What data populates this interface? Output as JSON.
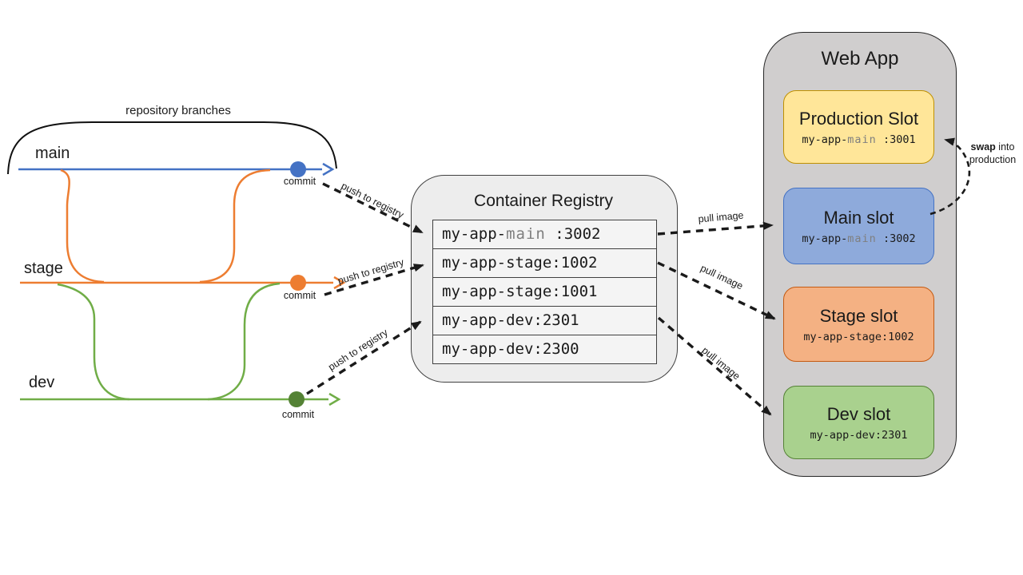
{
  "labels": {
    "brace": "repository branches",
    "commit": "commit",
    "push": "push to registry",
    "pull": "pull image",
    "swap_bold": "swap",
    "swap_rest": " into",
    "swap_line2": "production"
  },
  "branches": [
    {
      "name": "main"
    },
    {
      "name": "stage"
    },
    {
      "name": "dev"
    }
  ],
  "registry": {
    "title": "Container Registry",
    "rows": [
      {
        "prefix": "my-app-",
        "branch": "main",
        "tag": " :3002"
      },
      {
        "prefix": "my-app-",
        "branch": "stage",
        "tag": ":1002"
      },
      {
        "prefix": "my-app-",
        "branch": "stage",
        "tag": ":1001"
      },
      {
        "prefix": "my-app-",
        "branch": "dev",
        "tag": ":2301"
      },
      {
        "prefix": "my-app-",
        "branch": "dev",
        "tag": ":2300"
      }
    ]
  },
  "webapp": {
    "title": "Web App",
    "slots": [
      {
        "title": "Production Slot",
        "prefix": "my-app-",
        "branch": "main",
        "tag": " :3001"
      },
      {
        "title": "Main slot",
        "prefix": "my-app-",
        "branch": "main",
        "tag": " :3002"
      },
      {
        "title": "Stage slot",
        "prefix": "my-app-",
        "branch": "stage",
        "tag": ":1002"
      },
      {
        "title": "Dev slot",
        "prefix": "my-app-",
        "branch": "dev",
        "tag": ":2301"
      }
    ]
  },
  "colors": {
    "main_branch": "#4472C4",
    "stage_branch": "#ED7D31",
    "dev_branch": "#70AD47",
    "dev_commit_dot": "#548235",
    "production_slot_fill": "#FFE699",
    "production_slot_border": "#BF9000",
    "main_slot_fill": "#8EAADB",
    "main_slot_border": "#4472C4",
    "stage_slot_fill": "#F4B183",
    "stage_slot_border": "#C55A11",
    "dev_slot_fill": "#A9D18E",
    "dev_slot_border": "#548235",
    "webapp_fill": "#D0CECE",
    "registry_fill": "#EDEDED",
    "arrow": "#1a1a1a"
  }
}
